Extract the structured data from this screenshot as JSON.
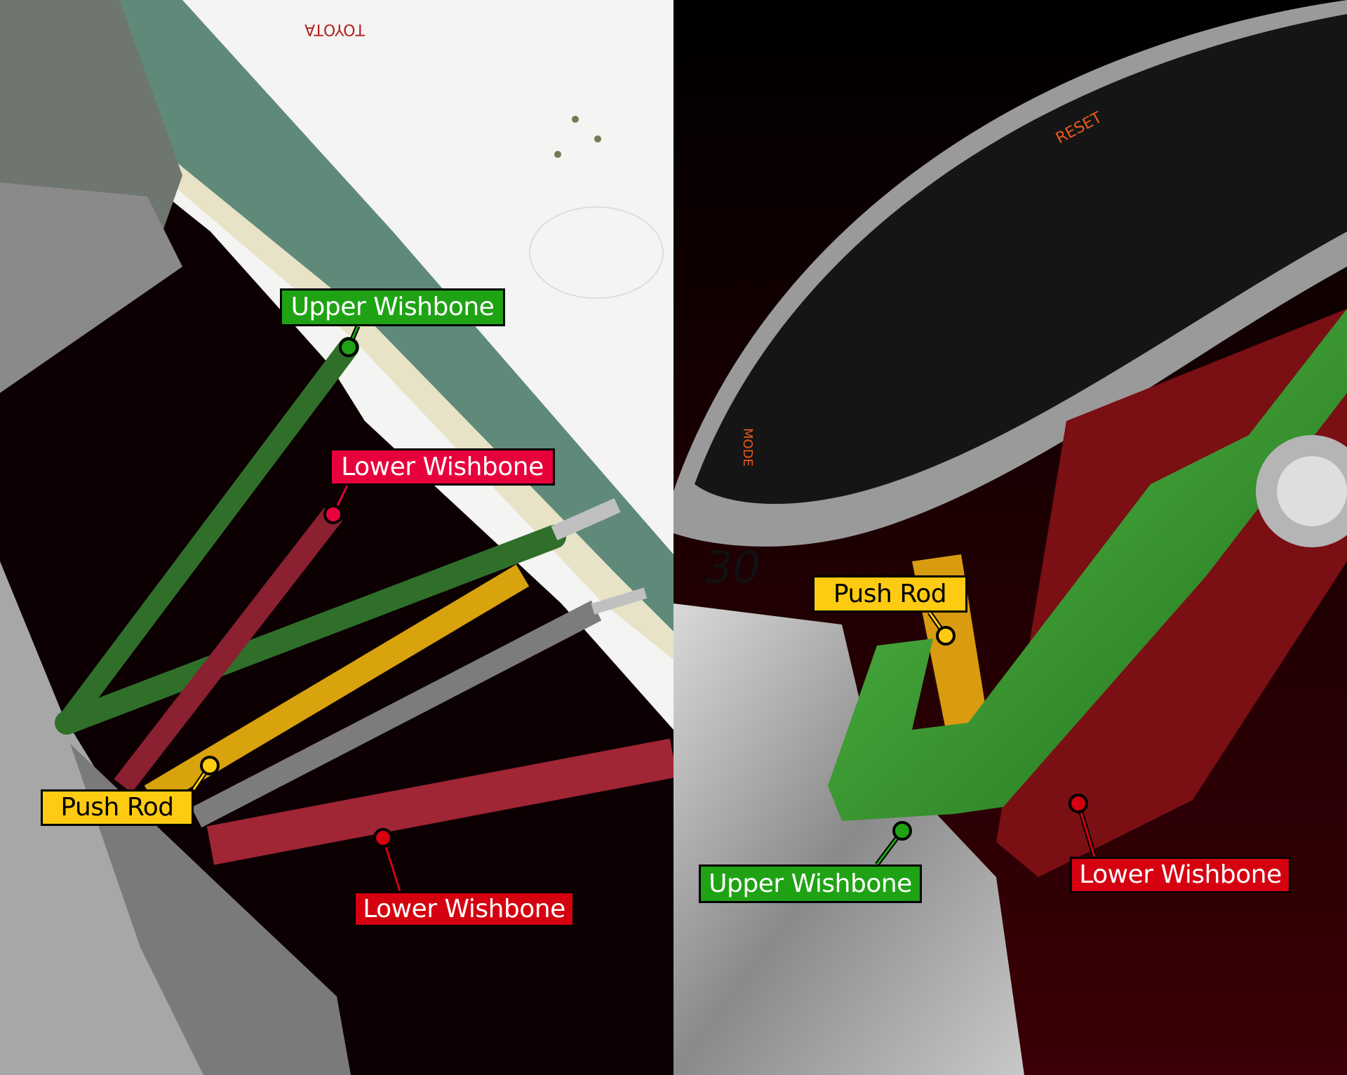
{
  "colors": {
    "upper_wishbone": "#1fa315",
    "lower_wishbone_left_top": "#e8003c",
    "lower_wishbone": "#d50010",
    "push_rod": "#fecb12"
  },
  "left_panel": {
    "labels": {
      "upper_wishbone": "Upper Wishbone",
      "lower_wishbone_top": "Lower Wishbone",
      "push_rod": "Push Rod",
      "lower_wishbone_bottom": "Lower Wishbone"
    },
    "photo_text": "TOYOTA"
  },
  "right_panel": {
    "labels": {
      "push_rod": "Push Rod",
      "upper_wishbone": "Upper Wishbone",
      "lower_wishbone": "Lower Wishbone"
    },
    "dial_text": {
      "bezel_number": "30",
      "reset": "RESET",
      "mode": "MODE"
    }
  }
}
